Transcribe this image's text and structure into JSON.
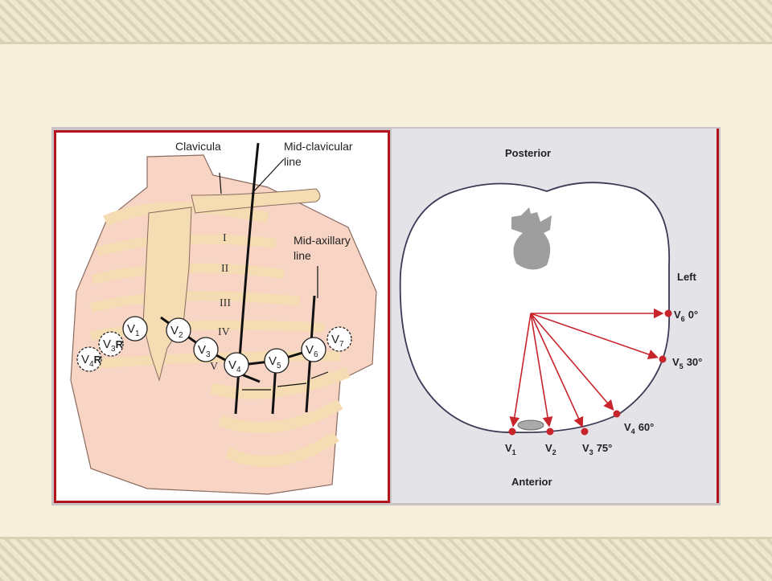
{
  "left_diagram": {
    "labels": {
      "clavicula": "Clavicula",
      "mid_clavicular_1": "Mid-clavicular",
      "mid_clavicular_2": "line",
      "mid_axillary_1": "Mid-axillary",
      "mid_axillary_2": "line"
    },
    "ribs": [
      "I",
      "II",
      "III",
      "IV",
      "V"
    ],
    "electrodes": [
      {
        "main": "V",
        "sub": "1",
        "suffix": ""
      },
      {
        "main": "V",
        "sub": "2",
        "suffix": ""
      },
      {
        "main": "V",
        "sub": "3",
        "suffix": ""
      },
      {
        "main": "V",
        "sub": "4",
        "suffix": ""
      },
      {
        "main": "V",
        "sub": "5",
        "suffix": ""
      },
      {
        "main": "V",
        "sub": "6",
        "suffix": ""
      },
      {
        "main": "V",
        "sub": "7",
        "suffix": ""
      },
      {
        "main": "V",
        "sub": "3",
        "suffix": "R"
      },
      {
        "main": "V",
        "sub": "4",
        "suffix": "R"
      }
    ]
  },
  "right_diagram": {
    "posterior": "Posterior",
    "anterior": "Anterior",
    "left": "Left",
    "leads": [
      {
        "main": "V",
        "sub": "1",
        "angle": ""
      },
      {
        "main": "V",
        "sub": "2",
        "angle": ""
      },
      {
        "main": "V",
        "sub": "3",
        "angle": "75°"
      },
      {
        "main": "V",
        "sub": "4",
        "angle": "60°"
      },
      {
        "main": "V",
        "sub": "5",
        "angle": "30°"
      },
      {
        "main": "V",
        "sub": "6",
        "angle": "0°"
      }
    ],
    "arrow_color": "#c8242c"
  }
}
